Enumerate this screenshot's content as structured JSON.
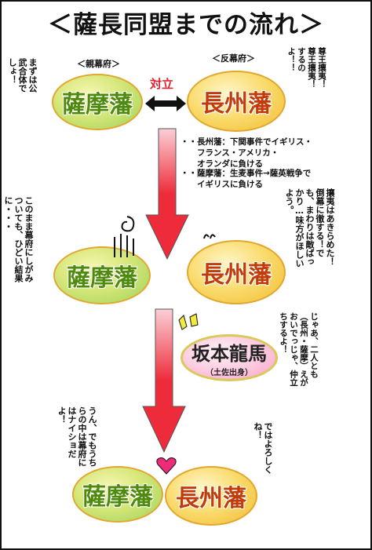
{
  "title": "＜薩長同盟までの流れ＞",
  "captions": {
    "shinbakufu": "＜親幕府＞",
    "hanbakufu": "＜反幕府＞",
    "tosa": "（土佐出身）"
  },
  "domains": {
    "satsuma": "薩摩藩",
    "choshu": "長州藩",
    "sakamoto": "坂本龍馬"
  },
  "relation_label": "対立",
  "notes": {
    "choshu_event": "・・長州藩：下関事件でイギリス・\n　　フランス・アメリカ・\n　　オランダに負ける",
    "satsuma_event": "・・薩摩藩：生麦事件→薩英戦争で\n　　イギリスに負ける"
  },
  "speech": {
    "satsuma_1": "まずは公武合体でしょ！",
    "choshu_1": "尊王攘夷！尊王攘夷！するのよ！！",
    "satsuma_2": "このまま幕府にしがみついても、ひどい結果に・・・",
    "choshu_2": "攘夷はあきらめた！倒幕に徹する！でも、まわりは敵ばっかり…味方がほしいよう。",
    "sakamoto": "じゃあ、二人とも（長州・薩摩）えがおいでっじゃ、仲立ちするよ！",
    "satsuma_3": "うん、でもうちらの中は幕府にはナイショだよ！",
    "choshu_3": "ではよろしくね！"
  },
  "colors": {
    "green_fill": "#c9e27a",
    "green_text": "#4e8a0b",
    "orange_fill": "#f7d25a",
    "orange_text": "#c23c0a",
    "pink_fill": "#fcc8de",
    "arrow_red": "#ee2b3a",
    "vs_red": "#e0202b"
  },
  "icons": [
    "double-arrow-icon",
    "down-arrow-icon",
    "sweat-icon",
    "heart-icon",
    "spark-icon",
    "dots-icon"
  ]
}
